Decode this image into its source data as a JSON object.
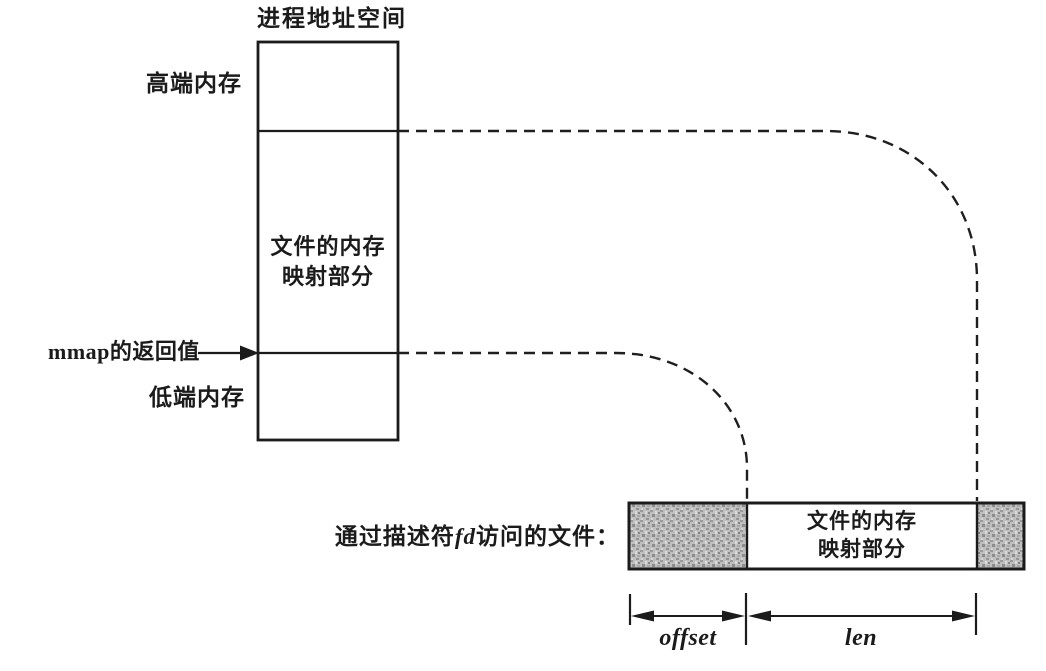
{
  "diagram": {
    "title": "进程地址空间",
    "process_box": {
      "high_memory_label": "高端内存",
      "low_memory_label": "低端内存",
      "mapped_region_line1": "文件的内存",
      "mapped_region_line2": "映射部分"
    },
    "mmap_label": "mmap的返回值",
    "file_bar": {
      "caption_prefix": "通过描述符",
      "caption_fd": "fd",
      "caption_suffix": "访问的文件：",
      "mapped_line1": "文件的内存",
      "mapped_line2": "映射部分"
    },
    "measurements": {
      "offset_label": "offset",
      "len_label": "len"
    },
    "colors": {
      "line": "#1b1b1b",
      "shade_base": "#bfbfbf",
      "background": "#ffffff"
    }
  }
}
